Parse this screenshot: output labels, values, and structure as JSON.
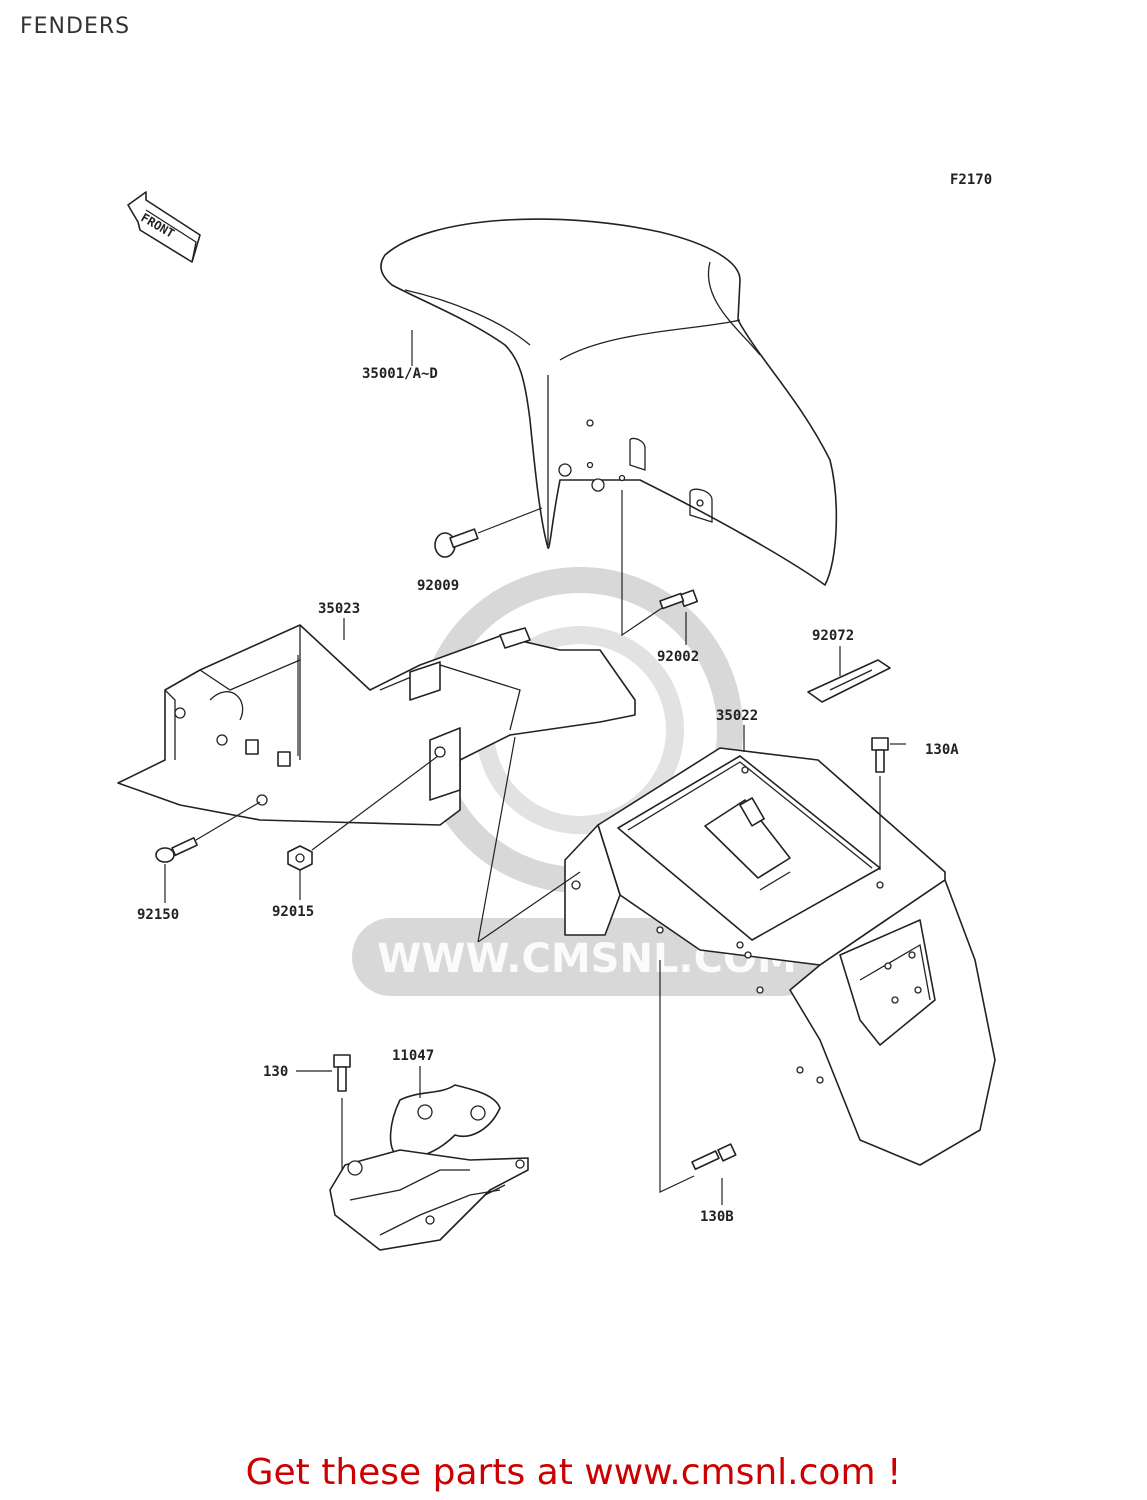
{
  "page": {
    "title": "FENDERS"
  },
  "diagram": {
    "code": "F2170",
    "front_label": "FRONT",
    "watermark": "WWW.CMSNL.COM",
    "parts": [
      {
        "id": "front-fender",
        "label": "35001/A~D"
      },
      {
        "id": "bolt-92009",
        "label": "92009"
      },
      {
        "id": "rear-fender-front",
        "label": "35023"
      },
      {
        "id": "bolt-92002",
        "label": "92002"
      },
      {
        "id": "strap-92072",
        "label": "92072"
      },
      {
        "id": "tray-35022",
        "label": "35022"
      },
      {
        "id": "bolt-130a",
        "label": "130A"
      },
      {
        "id": "bolt-92150",
        "label": "92150"
      },
      {
        "id": "nut-92015",
        "label": "92015"
      },
      {
        "id": "bolt-130",
        "label": "130"
      },
      {
        "id": "bracket-11047",
        "label": "11047"
      },
      {
        "id": "bolt-130b",
        "label": "130B"
      }
    ]
  },
  "footer": {
    "promo": "Get these parts at www.cmsnl.com !"
  },
  "colors": {
    "promo": "#cc0000",
    "line": "#222222",
    "watermark": "#d8d8d8"
  }
}
